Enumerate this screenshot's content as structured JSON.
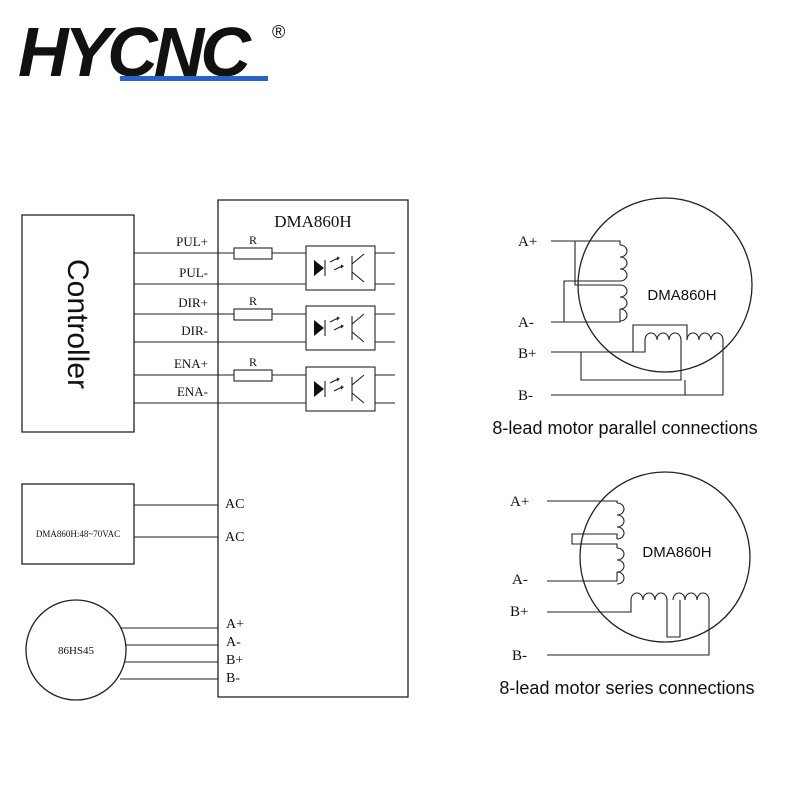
{
  "logo": {
    "text": "HYCNC",
    "registered": "®",
    "accent": "#2a63c8"
  },
  "controller": {
    "label": "Controller"
  },
  "driver": {
    "title": "DMA860H",
    "resistor": "R",
    "signals": [
      "PUL+",
      "PUL-",
      "DIR+",
      "DIR-",
      "ENA+",
      "ENA-"
    ],
    "ac": [
      "AC",
      "AC"
    ],
    "motor_terms": [
      "A+",
      "A-",
      "B+",
      "B-"
    ]
  },
  "power": {
    "label": "DMA860H:48~70VAC"
  },
  "motor": {
    "label": "86HS45"
  },
  "parallel": {
    "caption": "8-lead motor parallel connections",
    "name": "DMA860H",
    "terms": [
      "A+",
      "A-",
      "B+",
      "B-"
    ]
  },
  "series": {
    "caption": "8-lead motor series connections",
    "name": "DMA860H",
    "terms": [
      "A+",
      "A-",
      "B+",
      "B-"
    ]
  }
}
